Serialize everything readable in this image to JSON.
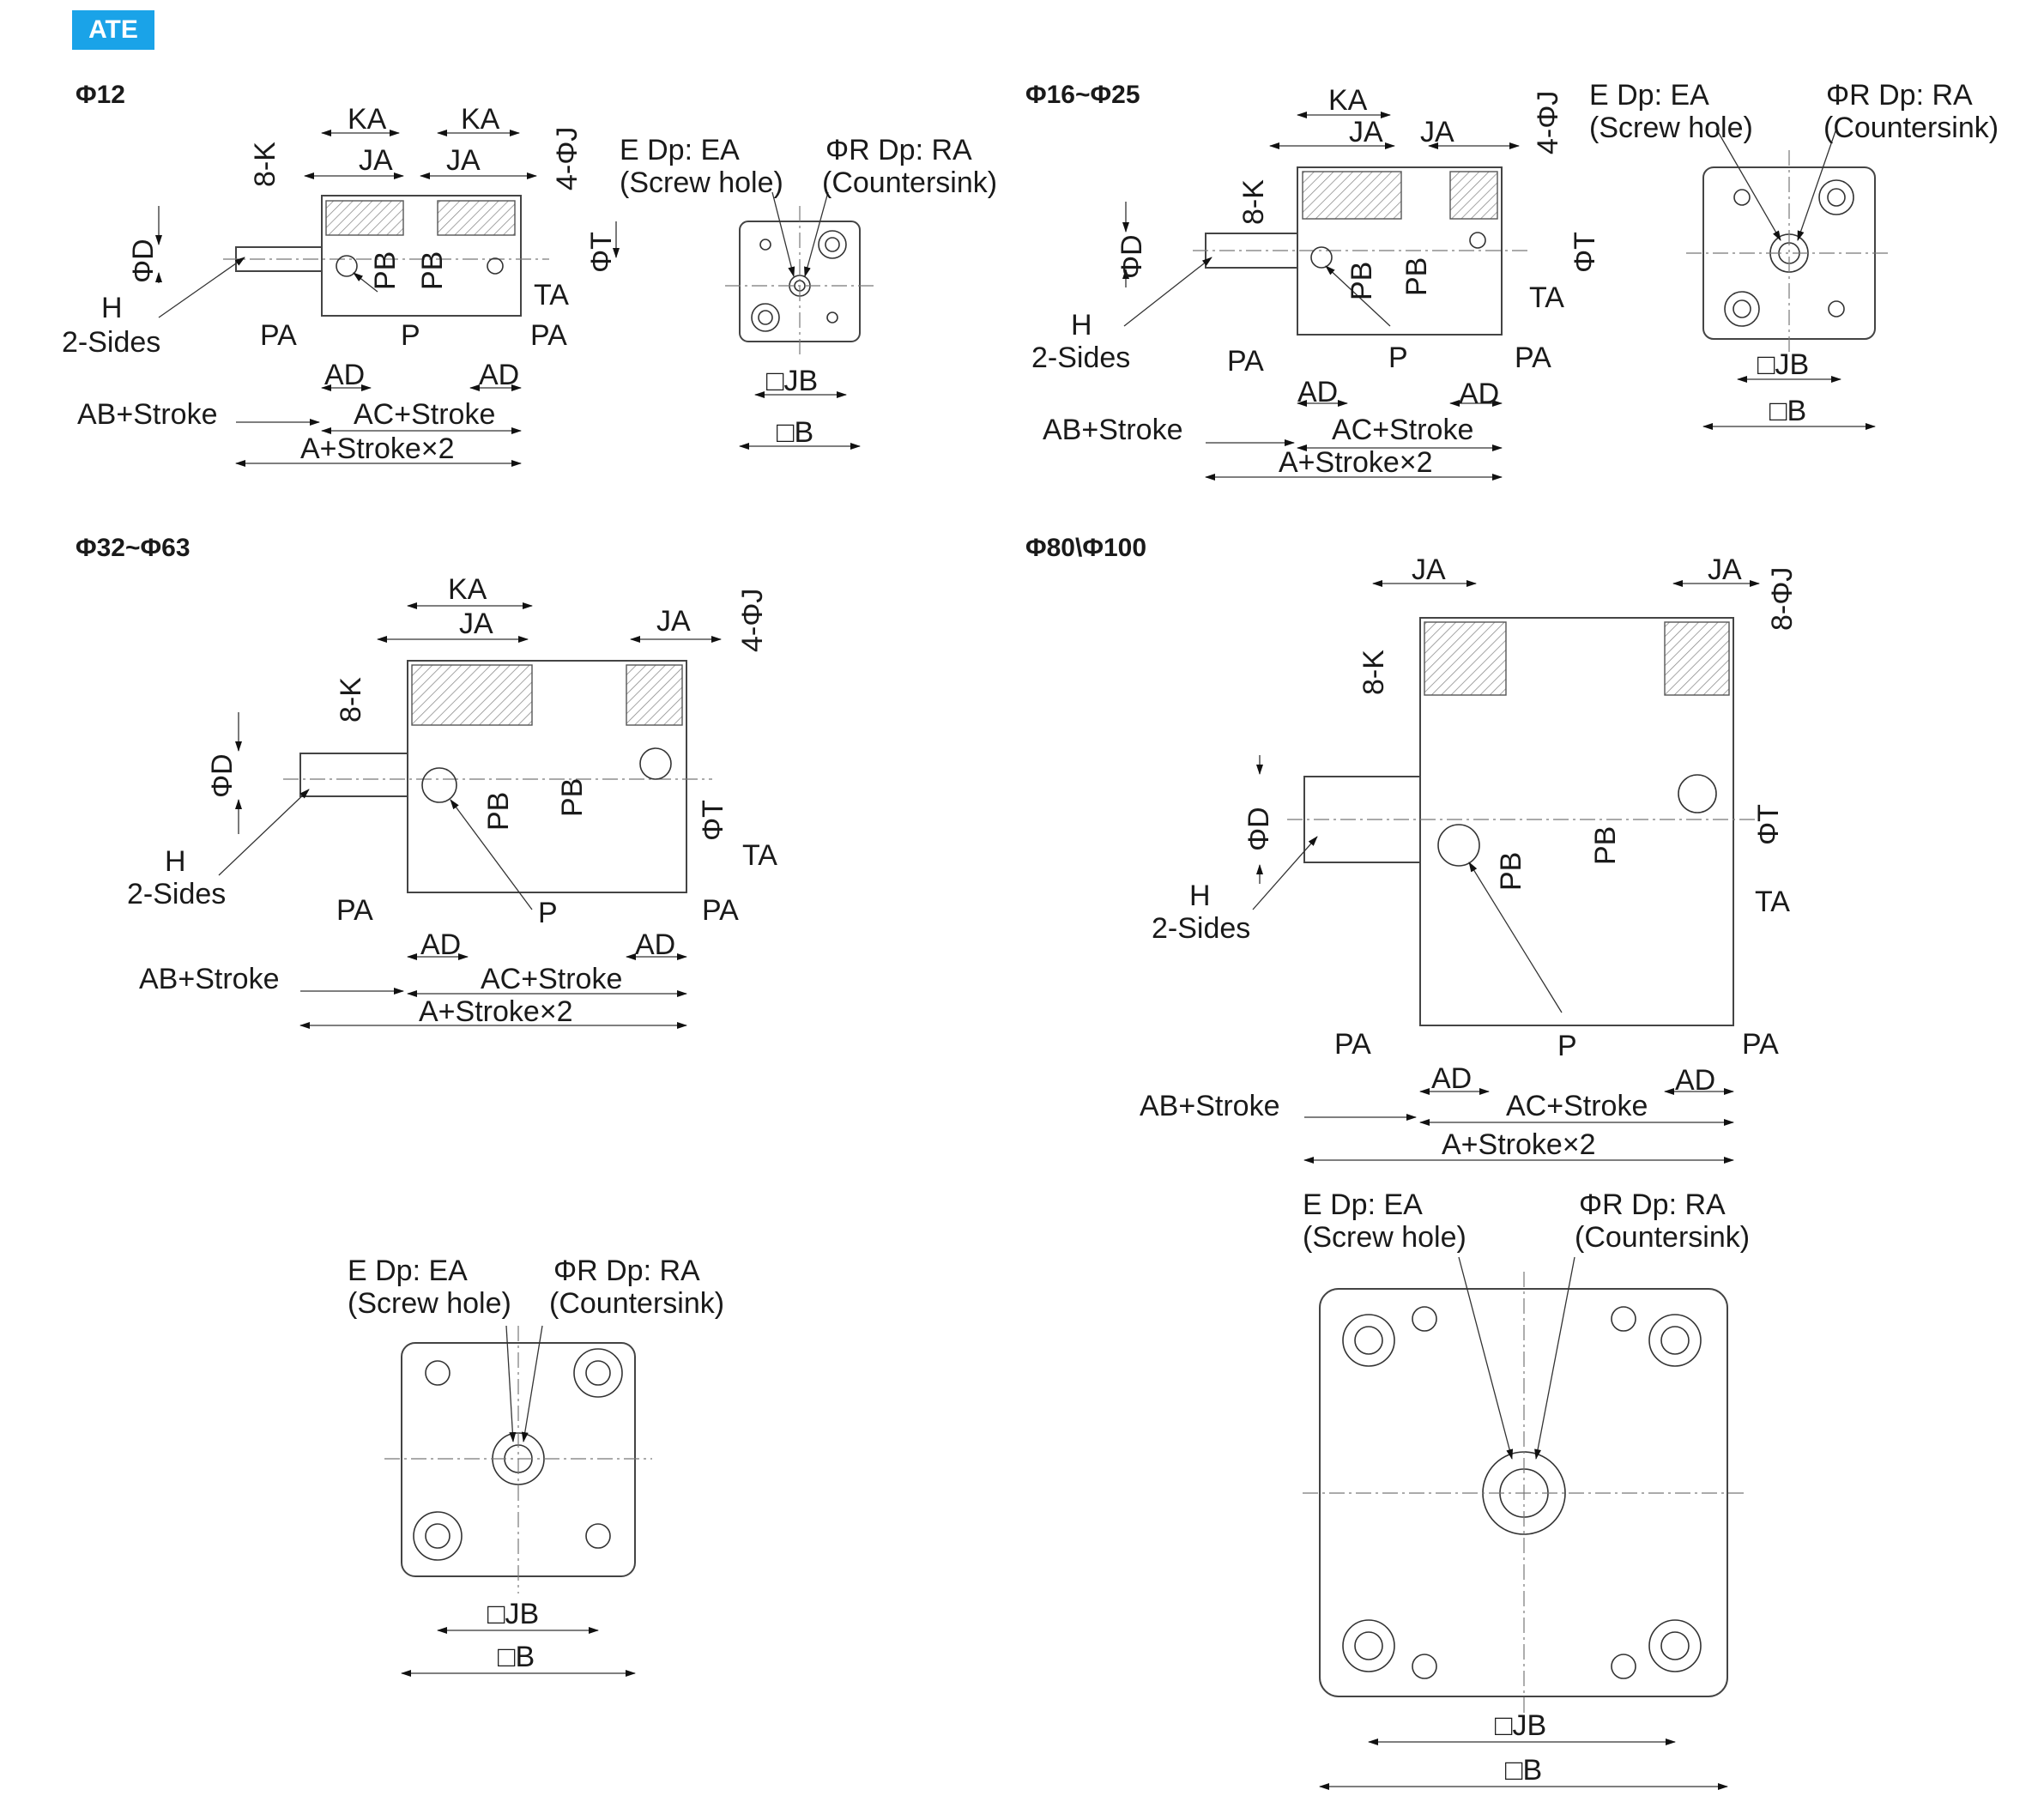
{
  "badge": "ATE",
  "headers": {
    "phi12": "Φ12",
    "phi16_25": "Φ16~Φ25",
    "phi32_63": "Φ32~Φ63",
    "phi80_100": "Φ80\\Φ100"
  },
  "dims": {
    "KA": "KA",
    "JA": "JA",
    "K8": "8-K",
    "J4": "4-ΦJ",
    "J8": "8-ΦJ",
    "D": "ΦD",
    "T": "ΦT",
    "PB": "PB",
    "TA": "TA",
    "PA": "PA",
    "P": "P",
    "AD": "AD",
    "H": "H",
    "sides": "2-Sides",
    "AB": "AB+Stroke",
    "AC": "AC+Stroke",
    "A": "A+Stroke×2",
    "E": "E Dp: EA",
    "screw": "(Screw hole)",
    "R": "ΦR Dp: RA",
    "counter": "(Countersink)",
    "JB": "□JB",
    "B": "□B"
  }
}
